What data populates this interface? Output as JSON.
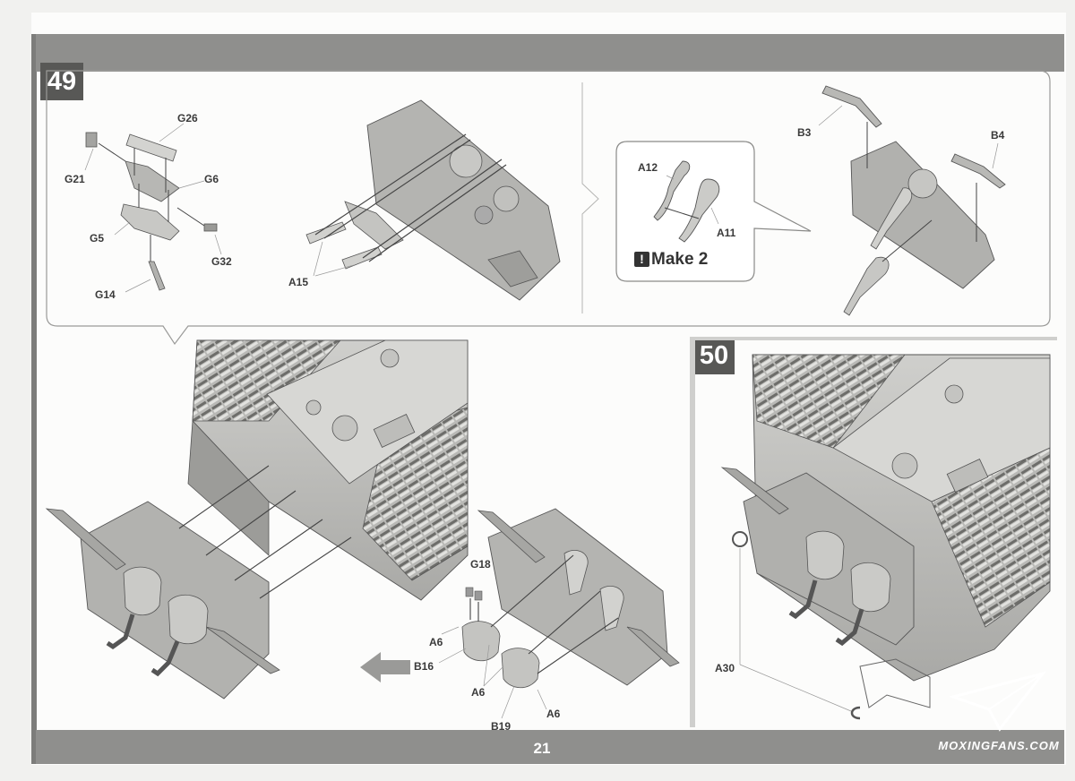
{
  "steps": {
    "s49": "49",
    "s50": "50"
  },
  "page_number": "21",
  "watermark": "MOXINGFANS.COM",
  "callout": {
    "make": "Make 2"
  },
  "labels": {
    "g26": "G26",
    "g21": "G21",
    "g6": "G6",
    "g5": "G5",
    "g32": "G32",
    "g14": "G14",
    "a15": "A15",
    "a12": "A12",
    "a11": "A11",
    "b3": "B3",
    "b4": "B4",
    "g18": "G18",
    "a6_1": "A6",
    "b16": "B16",
    "a6_2": "A6",
    "b19": "B19",
    "a6_3": "A6",
    "a30": "A30"
  }
}
